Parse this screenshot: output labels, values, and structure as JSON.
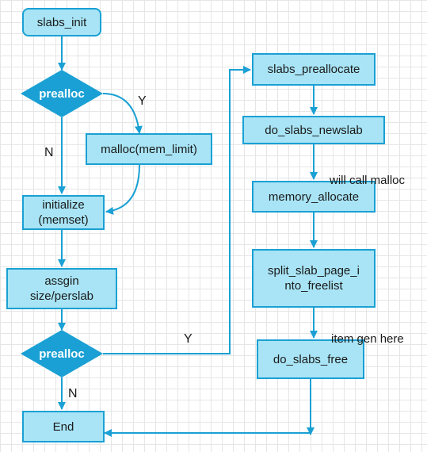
{
  "nodes": {
    "slabs_init": "slabs_init",
    "prealloc_top": "prealloc",
    "malloc": "malloc(mem_limit)",
    "initialize_line1": "initialize",
    "initialize_line2": "(memset)",
    "assgin_line1": "assgin",
    "assgin_line2": "size/perslab",
    "prealloc_bottom": "prealloc",
    "end": "End",
    "slabs_preallocate": "slabs_preallocate",
    "do_slabs_newslab": "do_slabs_newslab",
    "memory_allocate": "memory_allocate",
    "split_line1": "split_slab_page_i",
    "split_line2": "nto_freelist",
    "do_slabs_free": "do_slabs_free"
  },
  "edge_labels": {
    "top_yes": "Y",
    "top_no": "N",
    "bottom_yes": "Y",
    "bottom_no": "N"
  },
  "annotations": {
    "will_call_malloc": "will call malloc",
    "item_gen_here": "item gen here"
  },
  "colors": {
    "box_fill": "#a8e4f5",
    "box_border": "#1aa0d4",
    "diamond_fill": "#1aa0d4",
    "arrow": "#1aa0d4"
  }
}
